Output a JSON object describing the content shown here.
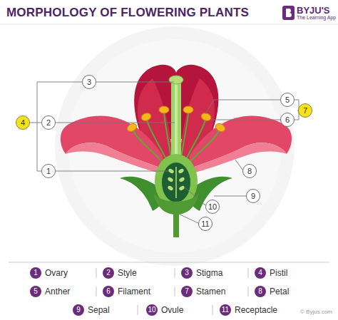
{
  "diagram": {
    "title": "MORPHOLOGY OF FLOWERING PLANTS",
    "nodes": [
      {
        "text": [
          "1"
        ]
      },
      {
        "text": [
          "2"
        ]
      },
      {
        "text": [
          "3"
        ]
      },
      {
        "text": [
          "4"
        ]
      },
      {
        "text": [
          "5"
        ]
      },
      {
        "text": [
          "6"
        ]
      },
      {
        "text": [
          "7"
        ]
      },
      {
        "text": [
          "8"
        ]
      },
      {
        "text": [
          "9"
        ]
      },
      {
        "text": [
          "10"
        ]
      },
      {
        "text": [
          "11"
        ]
      },
      {
        "text": [
          "1"
        ]
      },
      {
        "text": [
          "2"
        ]
      },
      {
        "text": [
          "3"
        ]
      },
      {
        "text": [
          "4"
        ]
      },
      {
        "text": [
          "5"
        ]
      },
      {
        "text": [
          "6"
        ]
      },
      {
        "text": [
          "7"
        ]
      },
      {
        "text": [
          "8"
        ]
      },
      {
        "text": [
          "9"
        ]
      },
      {
        "text": [
          "10"
        ]
      },
      {
        "text": [
          "11"
        ]
      }
    ],
    "labels": [
      "BYJU'S",
      "The Learning App",
      "© Byjus.com"
    ],
    "legend": [
      {
        "text": "Ovary"
      },
      {
        "text": "Style"
      },
      {
        "text": "Stigma"
      },
      {
        "text": "Pistil"
      },
      {
        "text": "Anther"
      },
      {
        "text": "Filament"
      },
      {
        "text": "Stamen"
      },
      {
        "text": "Petal"
      },
      {
        "text": "Sepal"
      },
      {
        "text": "Ovule"
      },
      {
        "text": "Receptacle"
      }
    ]
  }
}
